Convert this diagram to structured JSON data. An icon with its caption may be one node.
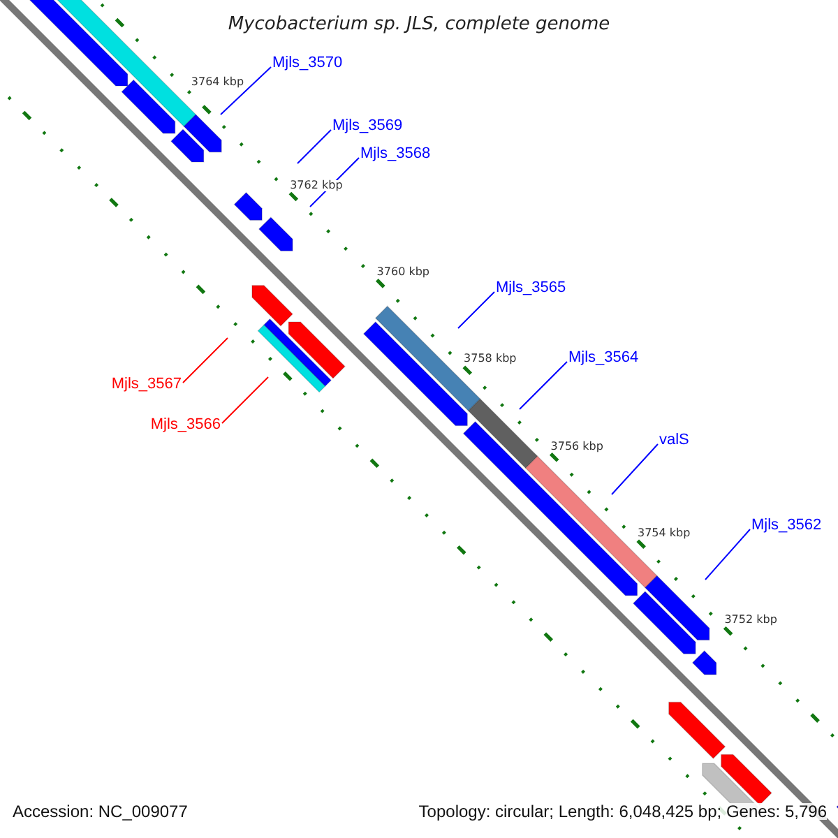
{
  "diagram": {
    "title": "Mycobacterium sp. JLS, complete genome",
    "nodes": [
      {
        "text": [
          "Mjls_3570"
        ]
      },
      {
        "text": [
          "Mjls_3569"
        ]
      },
      {
        "text": [
          "Mjls_3568"
        ]
      },
      {
        "text": [
          "Mjls_3565"
        ]
      },
      {
        "text": [
          "Mjls_3564"
        ]
      },
      {
        "text": [
          "Mjls_3567"
        ]
      },
      {
        "text": [
          "Mjls_3566"
        ]
      },
      {
        "text": [
          "valS"
        ]
      },
      {
        "text": [
          "Mjls_3562"
        ]
      }
    ],
    "edges": [
      {
        "from": 0,
        "to": null,
        "arrow": "none"
      },
      {
        "from": 1,
        "to": null,
        "arrow": "none"
      },
      {
        "from": 2,
        "to": null,
        "arrow": "none"
      },
      {
        "from": 3,
        "to": null,
        "arrow": "none"
      },
      {
        "from": 4,
        "to": null,
        "arrow": "none"
      },
      {
        "from": 5,
        "to": null,
        "arrow": "none",
        "color": "#ff0000"
      },
      {
        "from": 6,
        "to": null,
        "arrow": "none",
        "color": "#ff0000"
      },
      {
        "from": 7,
        "to": null,
        "arrow": "none"
      },
      {
        "from": 8,
        "to": null,
        "arrow": "none"
      }
    ],
    "labels": [
      "3764 kbp",
      "3762 kbp",
      "3760 kbp",
      "3758 kbp",
      "3756 kbp",
      "3754 kbp",
      "3752 kbp",
      "Accession: NC_009077",
      "Topology: circular; Length: 6,048,425 bp; Genes: 5,796"
    ]
  }
}
